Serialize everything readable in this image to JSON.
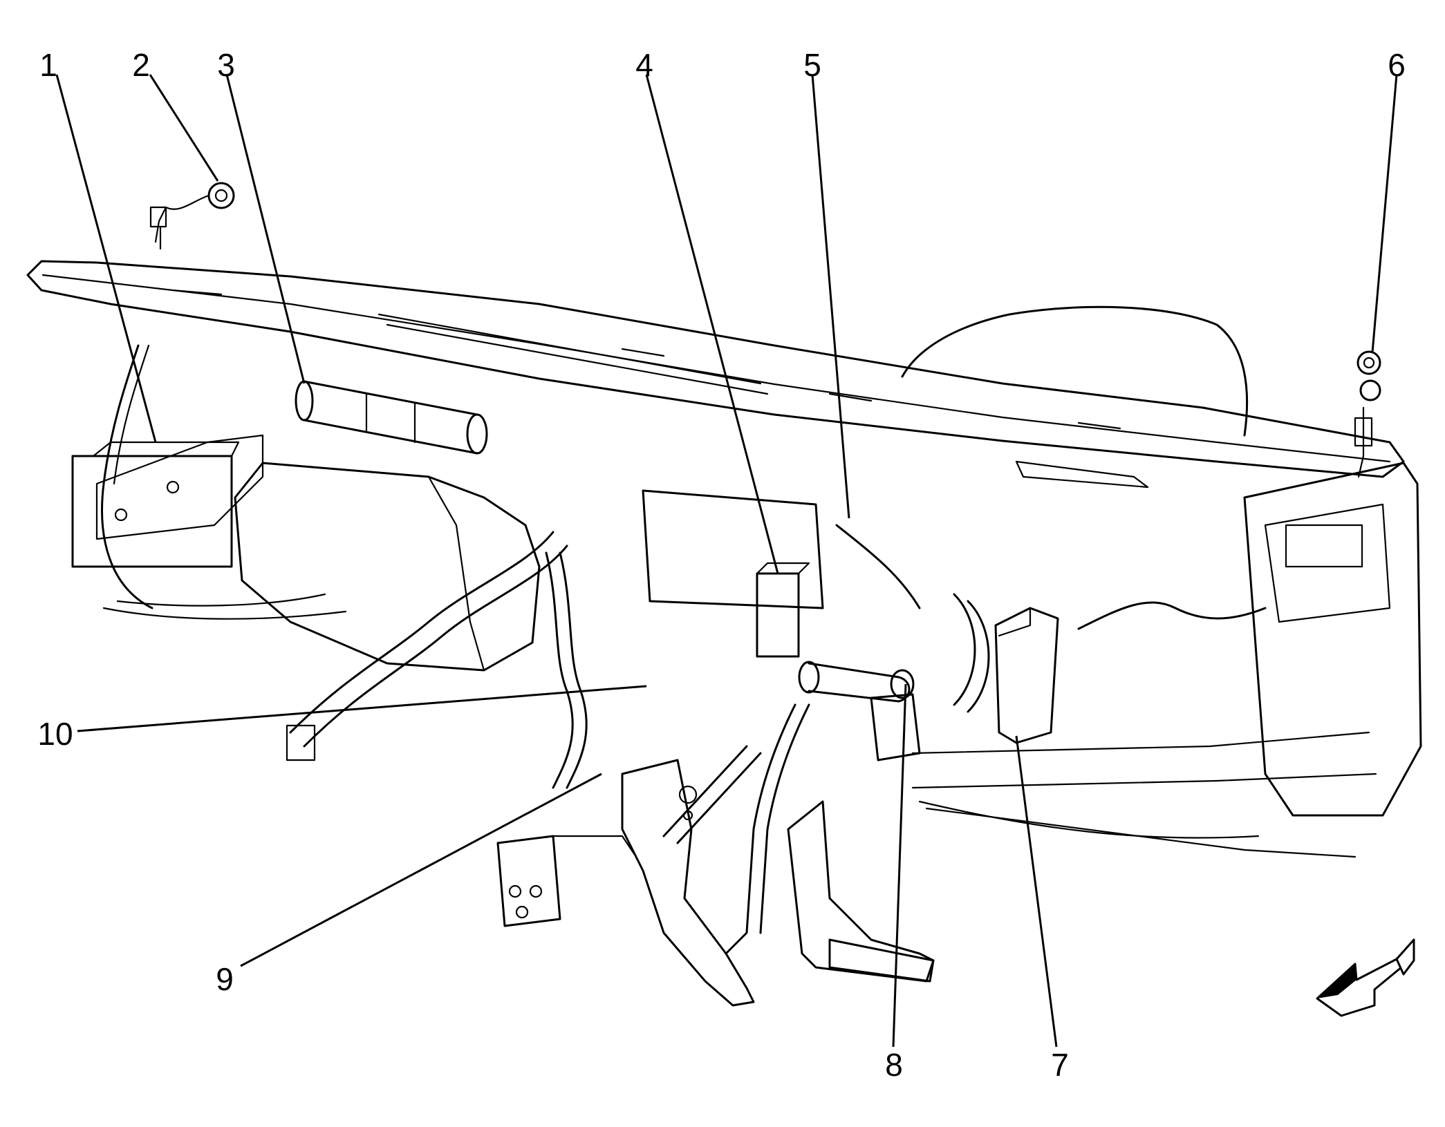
{
  "callouts": [
    {
      "id": "1",
      "text": "1"
    },
    {
      "id": "2",
      "text": "2"
    },
    {
      "id": "3",
      "text": "3"
    },
    {
      "id": "4",
      "text": "4"
    },
    {
      "id": "5",
      "text": "5"
    },
    {
      "id": "6",
      "text": "6"
    },
    {
      "id": "7",
      "text": "7"
    },
    {
      "id": "8",
      "text": "8"
    },
    {
      "id": "9",
      "text": "9"
    },
    {
      "id": "10",
      "text": "10"
    }
  ],
  "icons": {
    "direction_arrow": "forward-direction-arrow-icon"
  },
  "colors": {
    "line": "#000000",
    "background": "#ffffff"
  }
}
